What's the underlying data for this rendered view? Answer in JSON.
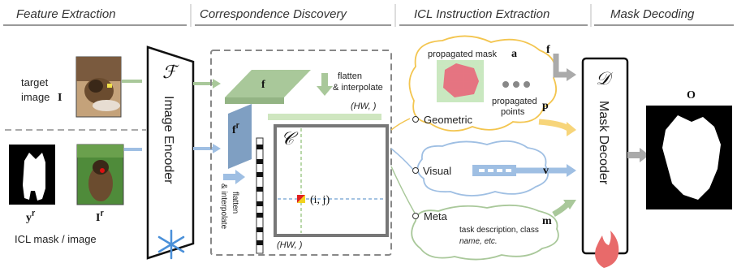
{
  "headers": {
    "feature_extraction": "Feature Extraction",
    "correspondence_discovery": "Correspondence Discovery",
    "icl_instruction_extraction": "ICL Instruction Extraction",
    "mask_decoding": "Mask Decoding"
  },
  "target": {
    "label_line1": "target",
    "label_line2": "image",
    "symbol": "I"
  },
  "icl": {
    "mask_symbol": "y",
    "mask_sup": "r",
    "image_symbol": "I",
    "image_sup": "r",
    "caption": "ICL mask / image"
  },
  "encoder": {
    "symbol": "ℱ",
    "label": "Image Encoder"
  },
  "features": {
    "f_symbol": "f",
    "fr_symbol": "f",
    "fr_sup": "r",
    "flatten_top_line1": "flatten",
    "flatten_top_line2": "& interpolate",
    "flatten_side_line1": "flatten",
    "flatten_side_line2": "& interpolate",
    "hw_top": "(HW, )",
    "hw_bottom": "(HW, )",
    "c_symbol": "𝒞",
    "ij_label": "(i, j)"
  },
  "instructions": {
    "propagated_mask": "propagated mask",
    "a_symbol": "a",
    "propagated_points_line1": "propagated",
    "propagated_points_line2": "points",
    "p_symbol": "p",
    "geometric": "Geometric",
    "visual": "Visual",
    "v_symbol": "v",
    "meta": "Meta",
    "m_symbol": "m",
    "meta_desc_line1": "task description, class",
    "meta_desc_line2": "name, etc.",
    "f_in": "f"
  },
  "decoder": {
    "symbol": "𝒟",
    "label": "Mask Decoder"
  },
  "output": {
    "symbol": "O"
  },
  "colors": {
    "green": "#a9c89a",
    "blue": "#9fbfe3",
    "yellow": "#f7d57a",
    "gray": "#aaaaaa",
    "dark": "#222222"
  }
}
